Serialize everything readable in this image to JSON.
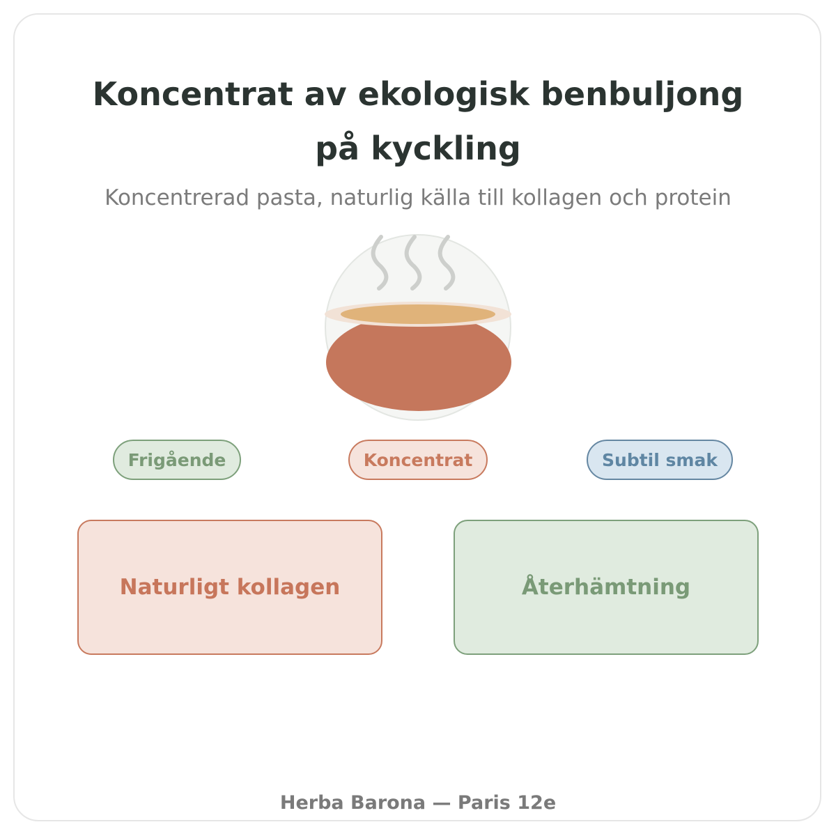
{
  "header": {
    "title": "Koncentrat av ekologisk benbuljong på kyckling",
    "subtitle": "Koncentrerad pasta, naturlig källa till kollagen och protein"
  },
  "illustration": {
    "icon": "steaming-broth-bowl-icon"
  },
  "tags": [
    {
      "label": "Frigående",
      "bg": "#e0ebdf",
      "border": "#7da07b",
      "text": "#7a9a77"
    },
    {
      "label": "Koncentrat",
      "bg": "#f6e3dc",
      "border": "#c87a5e",
      "text": "#c87a5e"
    },
    {
      "label": "Subtil smak",
      "bg": "#d9e6f0",
      "border": "#6587a2",
      "text": "#5f86a3"
    }
  ],
  "benefits": [
    {
      "label": "Naturligt kollagen",
      "bg": "#f6e3dc",
      "border": "#c87a5e",
      "text": "#c7765b"
    },
    {
      "label": "Återhämtning",
      "bg": "#e0ebdf",
      "border": "#7da07b",
      "text": "#7a9a77"
    }
  ],
  "footer": {
    "text": "Herba Barona — Paris 12e"
  }
}
